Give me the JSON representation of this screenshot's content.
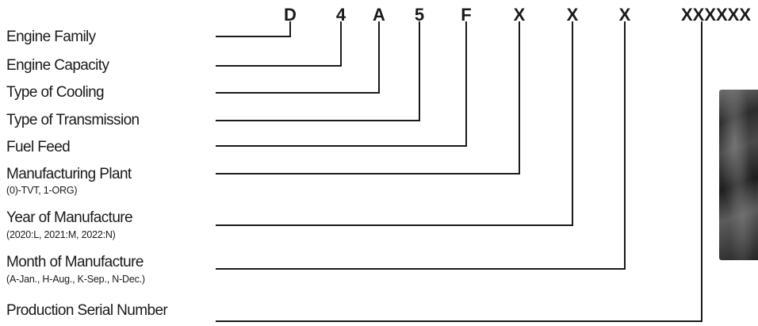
{
  "code": {
    "chars": [
      "D",
      "4",
      "A",
      "5",
      "F",
      "X",
      "X",
      "X"
    ],
    "serial": "XXXXXX"
  },
  "fields": [
    {
      "label": "Engine Family",
      "note": ""
    },
    {
      "label": "Engine Capacity",
      "note": ""
    },
    {
      "label": "Type of Cooling",
      "note": ""
    },
    {
      "label": "Type of Transmission",
      "note": ""
    },
    {
      "label": "Fuel Feed",
      "note": ""
    },
    {
      "label": "Manufacturing Plant",
      "note": "(0)-TVT, 1-ORG)"
    },
    {
      "label": "Year of Manufacture",
      "note": "(2020:L, 2021:M, 2022:N)"
    },
    {
      "label": "Month of Manufacture",
      "note": "(A-Jan., H-Aug., K-Sep., N-Dec.)"
    },
    {
      "label": "Production Serial Number",
      "note": ""
    }
  ]
}
